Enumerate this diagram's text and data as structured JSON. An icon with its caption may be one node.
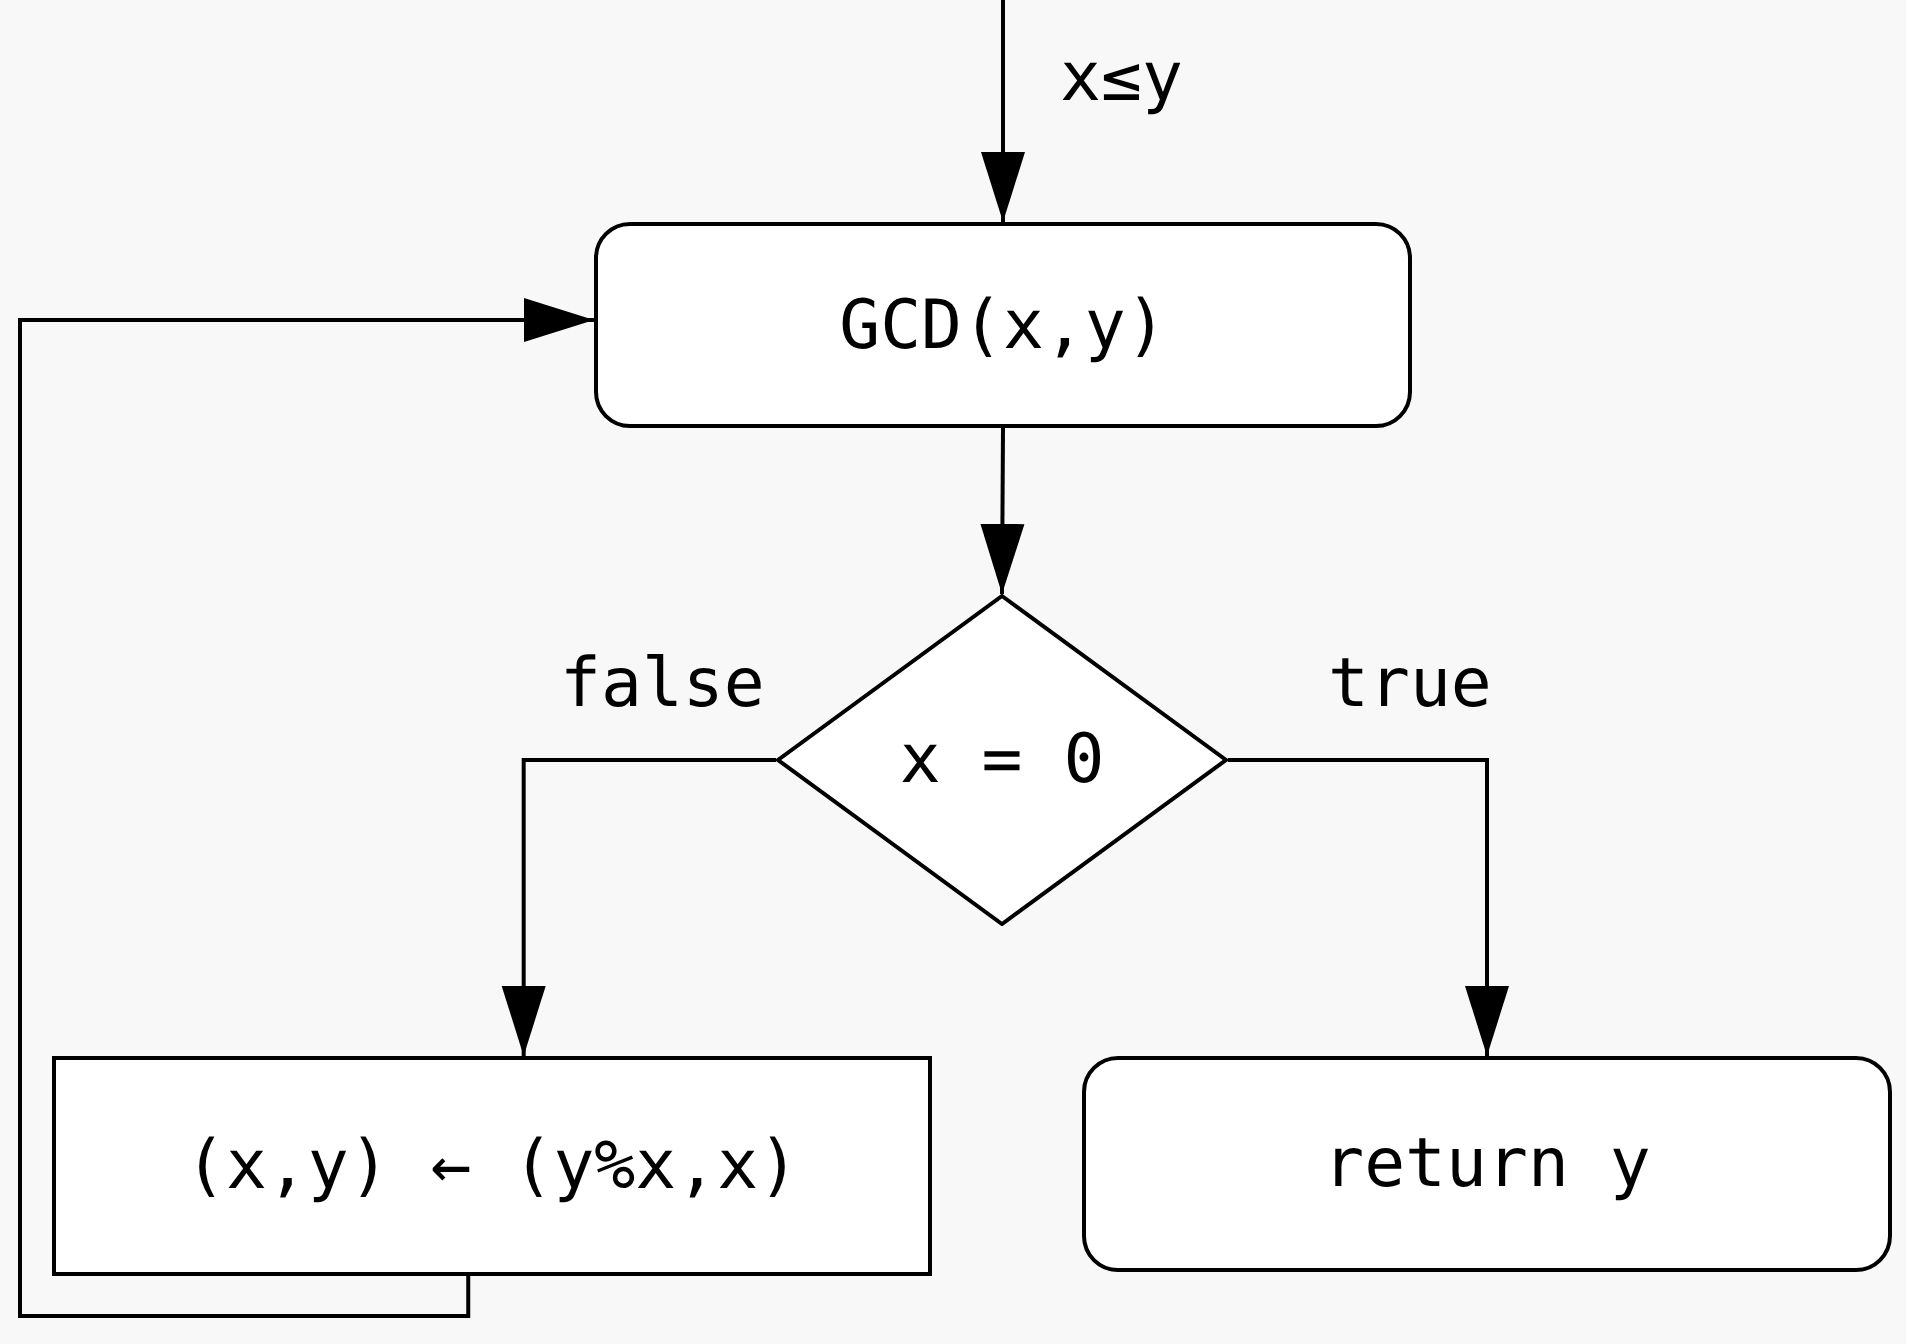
{
  "diagram": {
    "nodes": [
      {
        "text": [
          "GCD(x,y)"
        ]
      },
      {
        "text": [
          "x = 0"
        ]
      },
      {
        "text": [
          "(x,y) ← (y%x,x)"
        ]
      },
      {
        "text": [
          "return y"
        ]
      }
    ],
    "edges": [
      {
        "from": null,
        "to": 0,
        "arrow": "to",
        "label": "x≤y"
      },
      {
        "from": 0,
        "to": 1,
        "arrow": "to"
      },
      {
        "from": 1,
        "to": 2,
        "arrow": "to",
        "label": "false"
      },
      {
        "from": 1,
        "to": 3,
        "arrow": "to",
        "label": "true"
      },
      {
        "from": 2,
        "to": 0,
        "arrow": "to"
      }
    ]
  }
}
